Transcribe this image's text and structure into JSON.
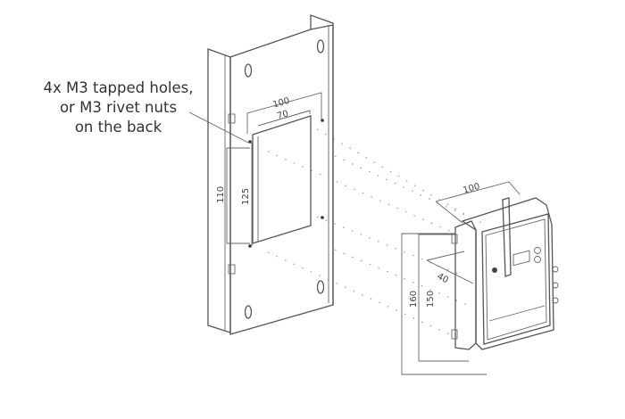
{
  "callout": {
    "lines": [
      "4x M3 tapped holes,",
      "or M3 rivet nuts",
      "on the back"
    ]
  },
  "bracket_dimensions": {
    "width_outer": "100",
    "width_inner": "70",
    "height_outer": "110",
    "height_inner": "125"
  },
  "device_dimensions": {
    "width": "100",
    "depth": "40",
    "height_total": "160",
    "height_body": "150"
  }
}
